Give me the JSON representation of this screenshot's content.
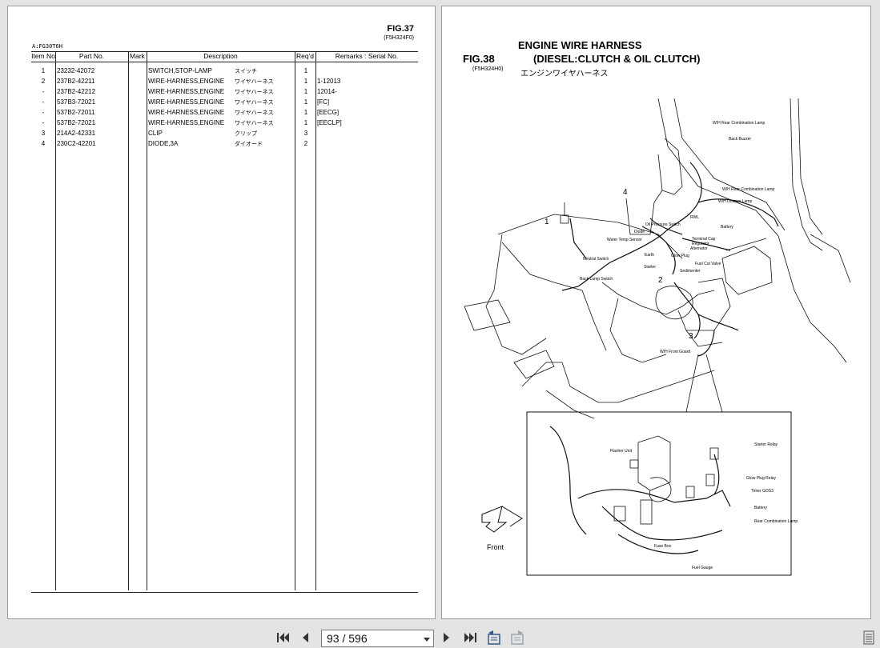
{
  "left_page": {
    "fig_title": "FIG.37",
    "fig_code": "(F5H324F0)",
    "model": "A:FG30T6H",
    "columns": [
      "Item No",
      "Part No.",
      "Mark",
      "Description",
      "Req'd",
      "Remarks : Serial No."
    ],
    "rows": [
      {
        "item": "1",
        "part": "23232-42072",
        "mark": "",
        "desc": "SWITCH,STOP-LAMP",
        "kana": "スイッチ",
        "req": "1",
        "remarks": ""
      },
      {
        "item": "2",
        "part": "237B2-42211",
        "mark": "",
        "desc": "WIRE-HARNESS,ENGINE",
        "kana": "ワイヤハーネス",
        "req": "1",
        "remarks": "1-12013"
      },
      {
        "item": "-",
        "part": "237B2-42212",
        "mark": "",
        "desc": "WIRE-HARNESS,ENGINE",
        "kana": "ワイヤハーネス",
        "req": "1",
        "remarks": "12014-"
      },
      {
        "item": "-",
        "part": "537B3-72021",
        "mark": "",
        "desc": "WIRE-HARNESS,ENGINE",
        "kana": "ワイヤハーネス",
        "req": "1",
        "remarks": "[FC]"
      },
      {
        "item": "-",
        "part": "537B2-72011",
        "mark": "",
        "desc": "WIRE-HARNESS,ENGINE",
        "kana": "ワイヤハーネス",
        "req": "1",
        "remarks": "[EECG]"
      },
      {
        "item": "-",
        "part": "537B2-72021",
        "mark": "",
        "desc": "WIRE-HARNESS,ENGINE",
        "kana": "ワイヤハーネス",
        "req": "1",
        "remarks": "[EECLP]"
      },
      {
        "item": "3",
        "part": "214A2-42331",
        "mark": "",
        "desc": "CLIP",
        "kana": "クリップ",
        "req": "3",
        "remarks": ""
      },
      {
        "item": "4",
        "part": "230C2-42201",
        "mark": "",
        "desc": "DIODE,3A",
        "kana": "ダイオード",
        "req": "2",
        "remarks": ""
      }
    ]
  },
  "right_page": {
    "fig_title": "FIG.38",
    "fig_code": "(F5H324H0)",
    "title_line1": "ENGINE WIRE HARNESS",
    "title_line2": "(DIESEL:CLUTCH & OIL CLUTCH)",
    "title_kana": "エンジンワイヤハーネス",
    "callouts": [
      "1",
      "2",
      "3",
      "4"
    ],
    "labels": {
      "wh_rear_comb": "W/H Rear Combination Lamp",
      "back_buzzer": "Back Buzzer",
      "wh_rear_comb2": "W/H Rear Combination Lamp",
      "wh_licence": "W/H Licence Lamp",
      "rwl": "RWL",
      "battery": "Battery",
      "oil_pressure": "Oil Pressure Switch",
      "diode": "Diode",
      "terminal_cap": "Terminal Cap",
      "water_temp": "Water Temp Sensor",
      "regulator": "Regulator",
      "alternator": "Alternator",
      "glow_plug": "Glow Plug",
      "earth": "Earth",
      "fuel_cut": "Fuel Cut Valve",
      "neutral": "Neutral Switch",
      "starter": "Starter",
      "sedimenter": "Sedimenter",
      "back_lamp": "Back Lamp Switch",
      "front_guard": "W/H Front Guard",
      "flasher": "Flasher Unit",
      "starter_relay": "Starter Relay",
      "glow_relay": "Glow Plug Relay",
      "timer": "Timer GOS3",
      "battery2": "Battery",
      "rear_comb": "Rear Combination Lamp",
      "fuse_box": "Fuse Box",
      "fuel_gauge": "Fuel Gauge",
      "front": "Front"
    }
  },
  "toolbar": {
    "current_page": "93",
    "separator": " / ",
    "total_pages": "596"
  }
}
